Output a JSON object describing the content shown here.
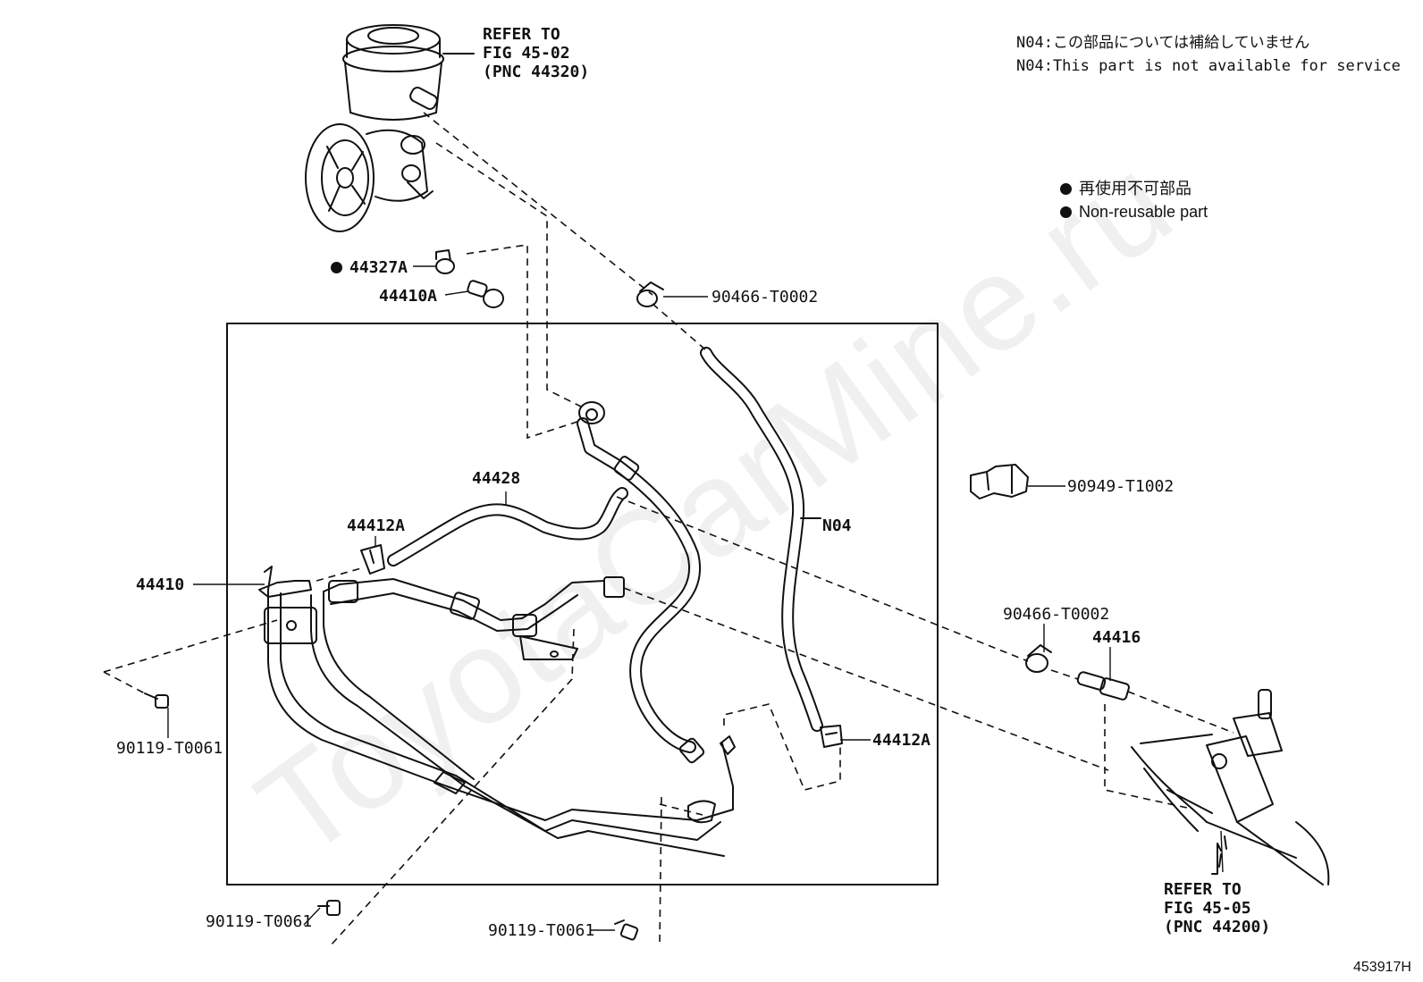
{
  "labels": {
    "pump_ref": "REFER TO\nFIG 45-02\n(PNC 44320)",
    "rack_ref": "REFER TO\nFIG 45-05\n(PNC 44200)",
    "p44327A": "44327A",
    "p44410A": "44410A",
    "p90466_top": "90466-T0002",
    "p44428": "44428",
    "p44412A_top": "44412A",
    "p44410": "44410",
    "pN04": "N04",
    "p90949": "90949-T1002",
    "p90466_right": "90466-T0002",
    "p44416": "44416",
    "p44412A_bottom": "44412A",
    "p90119_left": "90119-T0061",
    "p90119_bottom_left": "90119-T0061",
    "p90119_bottom_mid": "90119-T0061"
  },
  "notes": {
    "n04_jp": "N04:この部品については補給していません",
    "n04_en": "N04:This part is not available for service"
  },
  "legend": {
    "jp": "再使用不可部品",
    "en": "Non-reusable part"
  },
  "figure_id": "453917H",
  "watermark": "ToyotaCarMine.ru"
}
